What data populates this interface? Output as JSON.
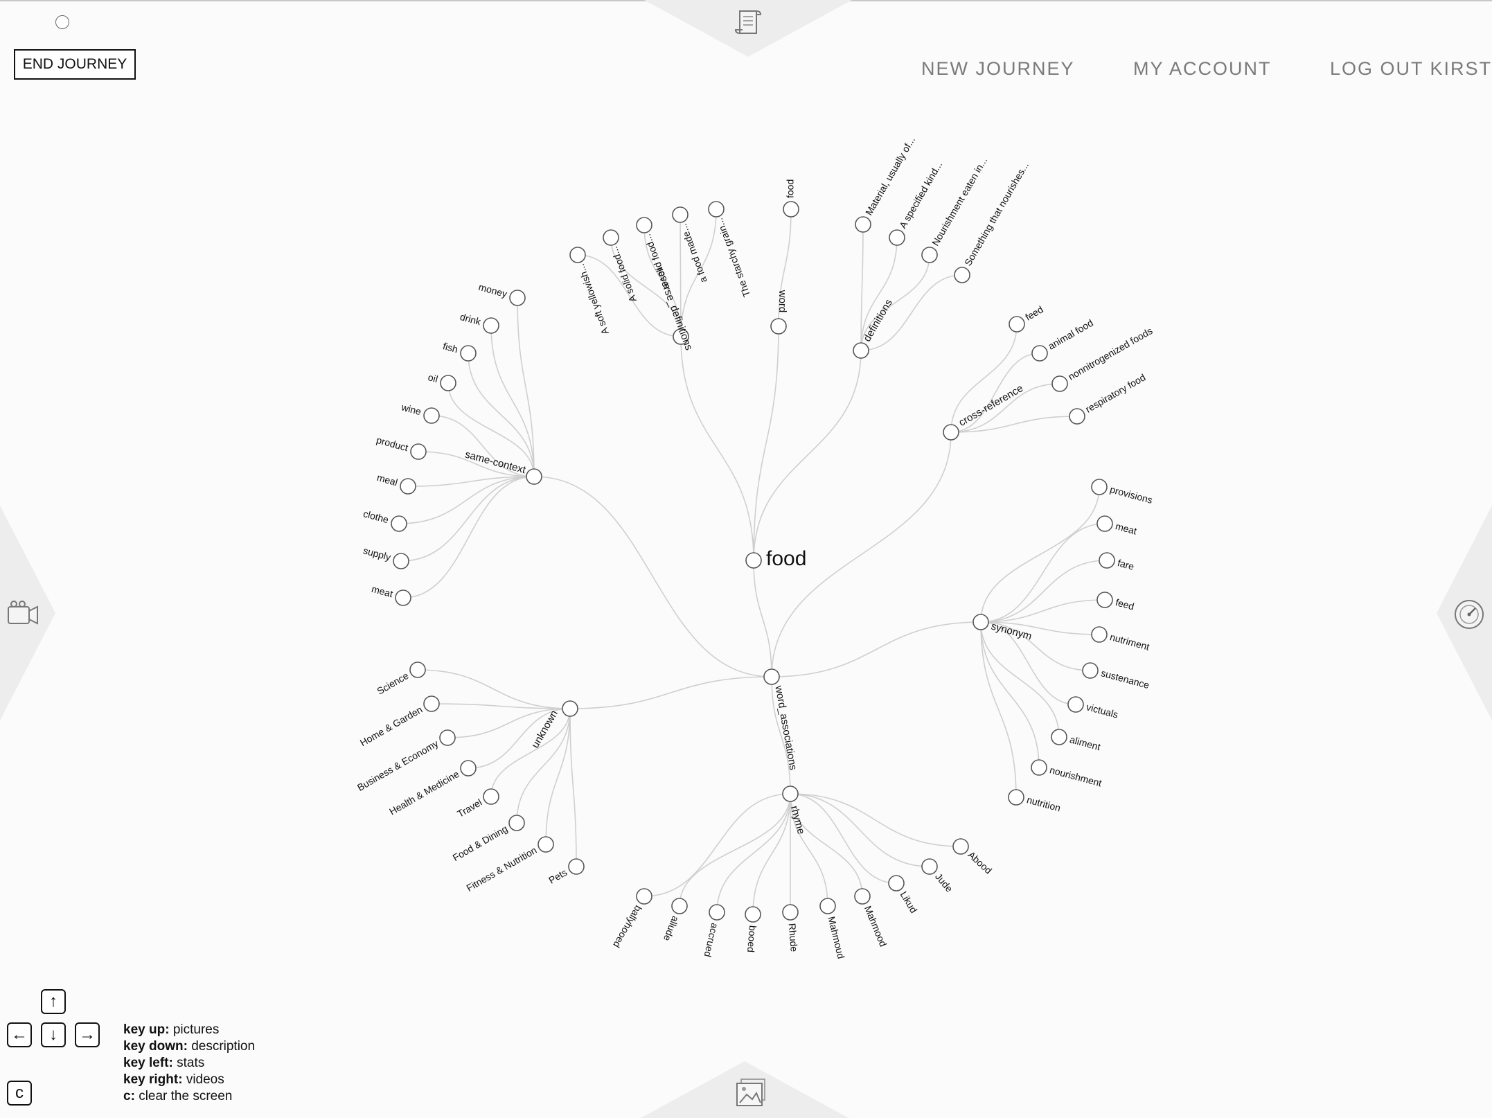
{
  "header": {
    "end_journey": "END JOURNEY",
    "nav": [
      "NEW JOURNEY",
      "MY ACCOUNT",
      "LOG OUT KIRSTEN"
    ]
  },
  "side_icons": {
    "top": "scroll-icon",
    "left": "video-camera-icon",
    "right": "speedometer-icon",
    "bottom": "pictures-icon"
  },
  "graph": {
    "root": "food",
    "groups": [
      {
        "label": "reverse_definitions",
        "children": [
          "A soft yellowish...",
          "A solid food...",
          "a solid food...",
          "a food made...",
          "The starchy grain..."
        ]
      },
      {
        "label": "word",
        "children": [
          "food"
        ]
      },
      {
        "label": "definitions",
        "children": [
          "Material, usually of...",
          "A specified kind...",
          "Nourishment eaten in...",
          "Something that nourishes..."
        ]
      },
      {
        "label": "cross-reference",
        "children": [
          "feed",
          "animal food",
          "nonnitrogenized foods",
          "respiratory food"
        ]
      },
      {
        "label": "same-context",
        "children": [
          "money",
          "drink",
          "fish",
          "oil",
          "wine",
          "product",
          "meal",
          "clothe",
          "supply",
          "meat"
        ]
      },
      {
        "label": "word_associations",
        "children": []
      },
      {
        "label": "synonym",
        "children": [
          "provisions",
          "meat",
          "fare",
          "feed",
          "nutriment",
          "sustenance",
          "victuals",
          "aliment",
          "nourishment",
          "nutrition"
        ]
      },
      {
        "label": "unknown",
        "children": [
          "Science",
          "Home & Garden",
          "Business & Economy",
          "Health & Medicine",
          "Travel",
          "Food & Dining",
          "Fitness & Nutrition",
          "Pets"
        ]
      },
      {
        "label": "rhyme",
        "children": [
          "ballyhooed",
          "allude",
          "accrued",
          "booed",
          "Rhude",
          "Mahmoud",
          "Mahmood",
          "Likud",
          "Jude",
          "Abood"
        ]
      }
    ]
  },
  "keys": {
    "up": "↑",
    "left": "←",
    "down": "↓",
    "right": "→",
    "c": "c",
    "legend": [
      {
        "key": "key up:",
        "action": "pictures"
      },
      {
        "key": "key down:",
        "action": "description"
      },
      {
        "key": "key left:",
        "action": "stats"
      },
      {
        "key": "key right:",
        "action": "videos"
      },
      {
        "key": "c:",
        "action": "clear the screen"
      }
    ]
  }
}
